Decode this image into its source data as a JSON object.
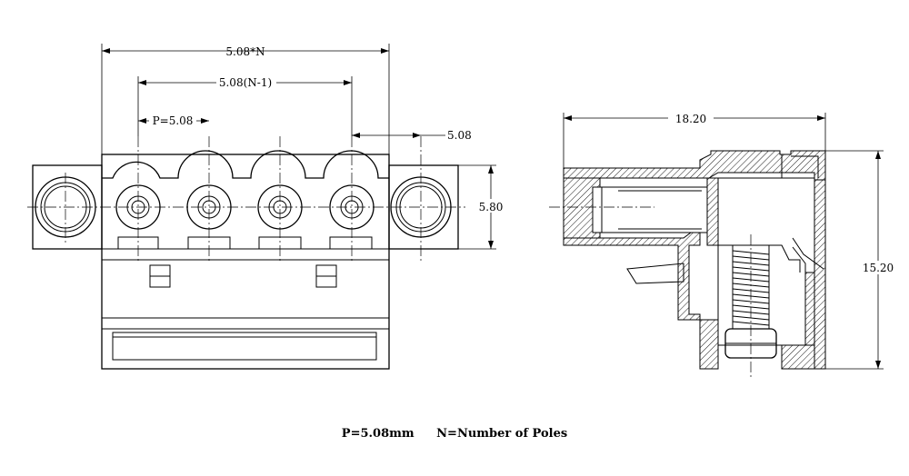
{
  "dimensions": {
    "overall_width": "5.08*N",
    "pitch_span": "5.08(N-1)",
    "pitch": "P=5.08",
    "edge_offset": "5.08",
    "height": "5.80",
    "side_depth": "18.20",
    "side_height": "15.20"
  },
  "caption": {
    "pitch_note": "P=5.08mm",
    "poles_note": "N=Number of Poles"
  }
}
